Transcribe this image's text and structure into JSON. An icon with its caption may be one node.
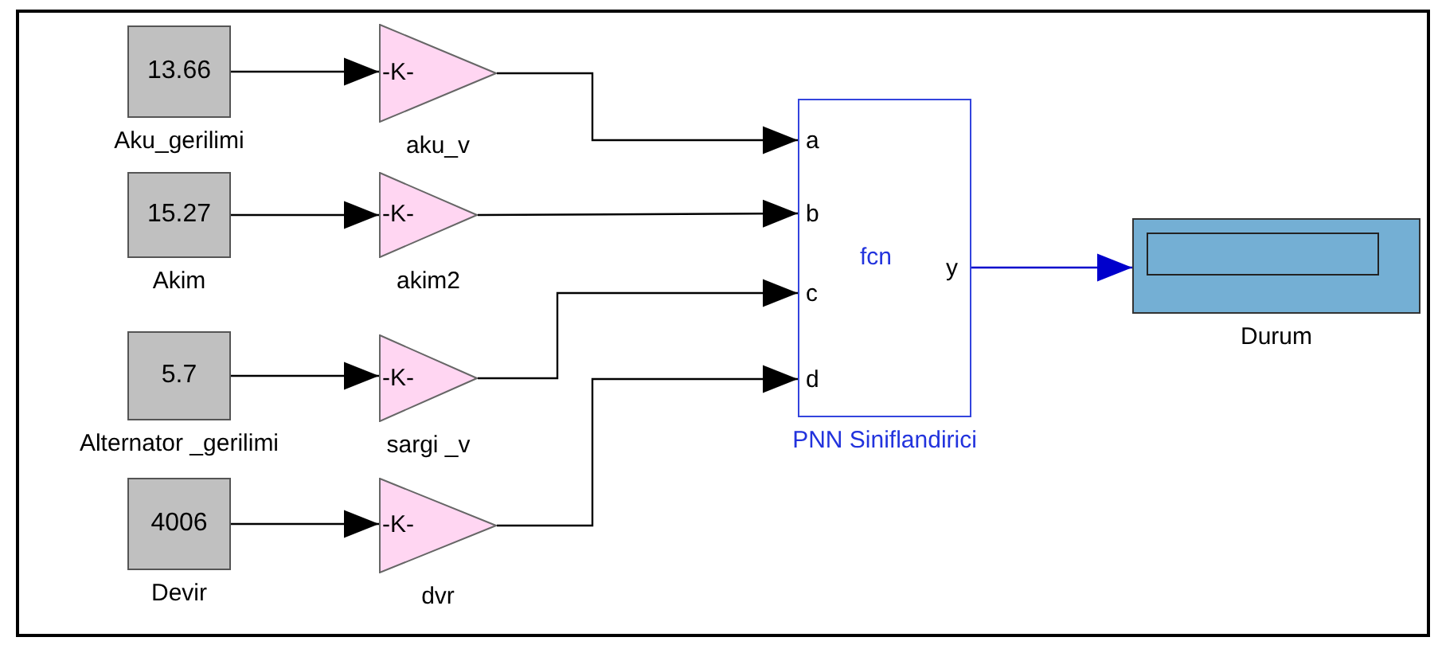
{
  "diagram": {
    "nodes": [
      {
        "text": [
          "13.66"
        ],
        "beside": [
          "Aku_gerilimi"
        ]
      },
      {
        "text": [
          "-K-"
        ],
        "beside": [
          "aku_v"
        ]
      },
      {
        "text": [
          "15.27"
        ],
        "beside": [
          "Akim"
        ]
      },
      {
        "text": [
          "-K-"
        ],
        "beside": [
          "akim2"
        ]
      },
      {
        "text": [
          "5.7"
        ],
        "beside": [
          "Alternator _gerilimi"
        ]
      },
      {
        "text": [
          "-K-"
        ],
        "beside": [
          "sargi _v"
        ]
      },
      {
        "text": [
          "4006"
        ],
        "beside": [
          "Devir"
        ]
      },
      {
        "text": [
          "-K-"
        ],
        "beside": [
          "dvr"
        ]
      },
      {
        "text": [
          "a",
          "b",
          "c",
          "d",
          "fcn",
          "y"
        ],
        "beside": [
          "PNN Siniflandirici"
        ]
      },
      {
        "text": [],
        "shape": "box",
        "beside": [
          "Durum"
        ]
      }
    ],
    "edges": [
      {
        "from": 0,
        "to": 1,
        "arrow": "to"
      },
      {
        "from": 2,
        "to": 3,
        "arrow": "to"
      },
      {
        "from": 4,
        "to": 5,
        "arrow": "to"
      },
      {
        "from": 6,
        "to": 7,
        "arrow": "to"
      },
      {
        "from": 1,
        "to": 8,
        "arrow": "to"
      },
      {
        "from": 3,
        "to": 8,
        "arrow": "to"
      },
      {
        "from": 5,
        "to": 8,
        "arrow": "to"
      },
      {
        "from": 7,
        "to": 8,
        "arrow": "to"
      },
      {
        "from": 8,
        "to": 9,
        "arrow": "to",
        "color": "#0000cc"
      }
    ]
  }
}
